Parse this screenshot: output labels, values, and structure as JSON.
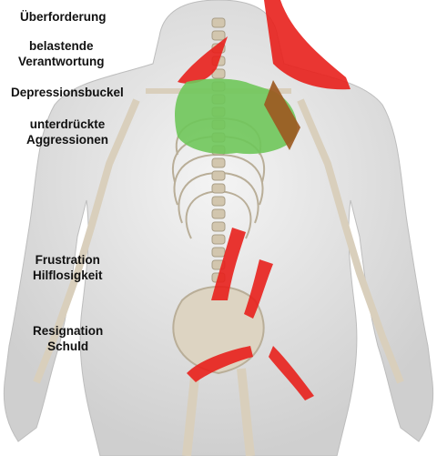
{
  "labels": {
    "overload": [
      "Überforderung"
    ],
    "responsibility": [
      "belastende",
      "Verantwortung"
    ],
    "depression": [
      "Depressionsbuckel"
    ],
    "aggression": [
      "unterdrückte",
      "Aggressionen"
    ],
    "frustration": [
      "Frustration",
      "Hilflosigkeit"
    ],
    "resignation": [
      "Resignation",
      "Schuld"
    ]
  },
  "colors": {
    "muscle_red": "#e8201c",
    "muscle_green": "#6fc65a",
    "muscle_brown": "#9c5a22",
    "body": "#dedede",
    "bone": "#d8d0bf"
  }
}
